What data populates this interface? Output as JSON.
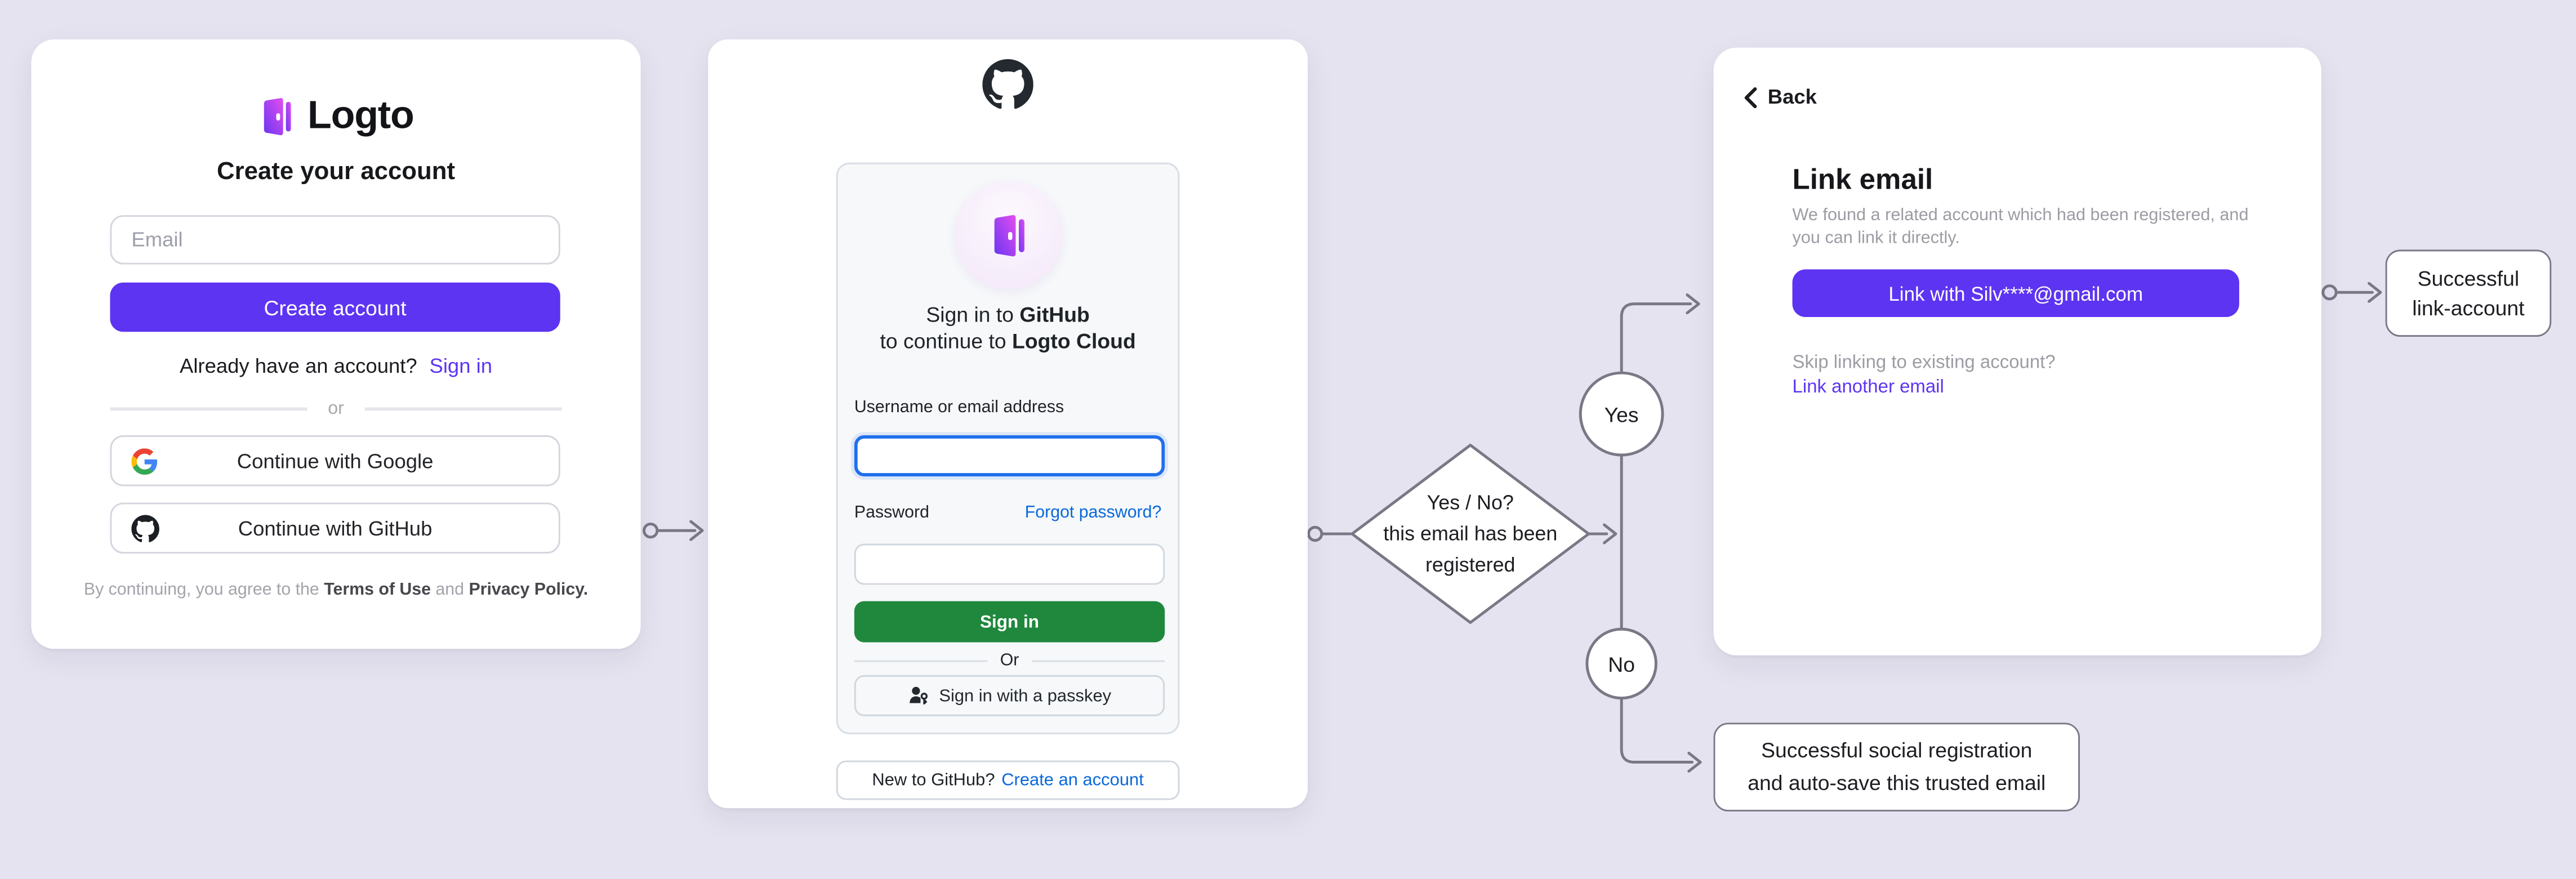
{
  "page": {
    "background": "#e5e3ef"
  },
  "colors": {
    "logto_purple": "#5d34f2",
    "logto_gradient_start": "#e44ef0",
    "logto_gradient_end": "#5b2ff5",
    "github_green": "#1f883d",
    "github_blue": "#0969da",
    "focus_blue": "#1f6feb",
    "flow_line_gray": "#7b7886",
    "card_white": "#ffffff"
  },
  "icons": {
    "logto_door": "logto-door-icon",
    "google_g": "google-icon",
    "github_octocat": "github-icon",
    "passkey": "passkey-icon",
    "back_chevron": "chevron-left-icon"
  },
  "signup_card": {
    "brand": "Logto",
    "title": "Create your account",
    "email_placeholder": "Email",
    "create_button": "Create account",
    "signin_prompt": "Already have an account?",
    "signin_link": "Sign in",
    "divider": "or",
    "google_button": "Continue with Google",
    "github_button": "Continue with GitHub",
    "terms_prefix": "By continuing, you agree to the ",
    "terms_of_use": "Terms of Use",
    "terms_and": " and ",
    "privacy_policy": "Privacy Policy."
  },
  "github_card": {
    "headline_line1_prefix": "Sign in to ",
    "headline_line1_bold": "GitHub",
    "headline_line2_prefix": "to continue to ",
    "headline_line2_bold": "Logto Cloud",
    "username_label": "Username or email address",
    "username_value": "",
    "password_label": "Password",
    "password_value": "",
    "forgot_link": "Forgot password?",
    "signin_button": "Sign in",
    "divider": "Or",
    "passkey_button": "Sign in with a passkey",
    "new_prompt": "New to GitHub?",
    "create_link": "Create an account"
  },
  "link_card": {
    "back": "Back",
    "title": "Link email",
    "description": "We found a related account which had been registered, and\nyou can link it directly.",
    "link_button": "Link with Silv****@gmail.com",
    "skip_prompt": "Skip linking to existing account?",
    "link_another": "Link another email"
  },
  "flowchart": {
    "decision": "Yes / No?\nthis email has been\nregistered",
    "yes": "Yes",
    "no": "No",
    "outcome_link_account": "Successful\nlink-account",
    "outcome_social": "Successful social registration\nand auto-save this trusted email"
  }
}
